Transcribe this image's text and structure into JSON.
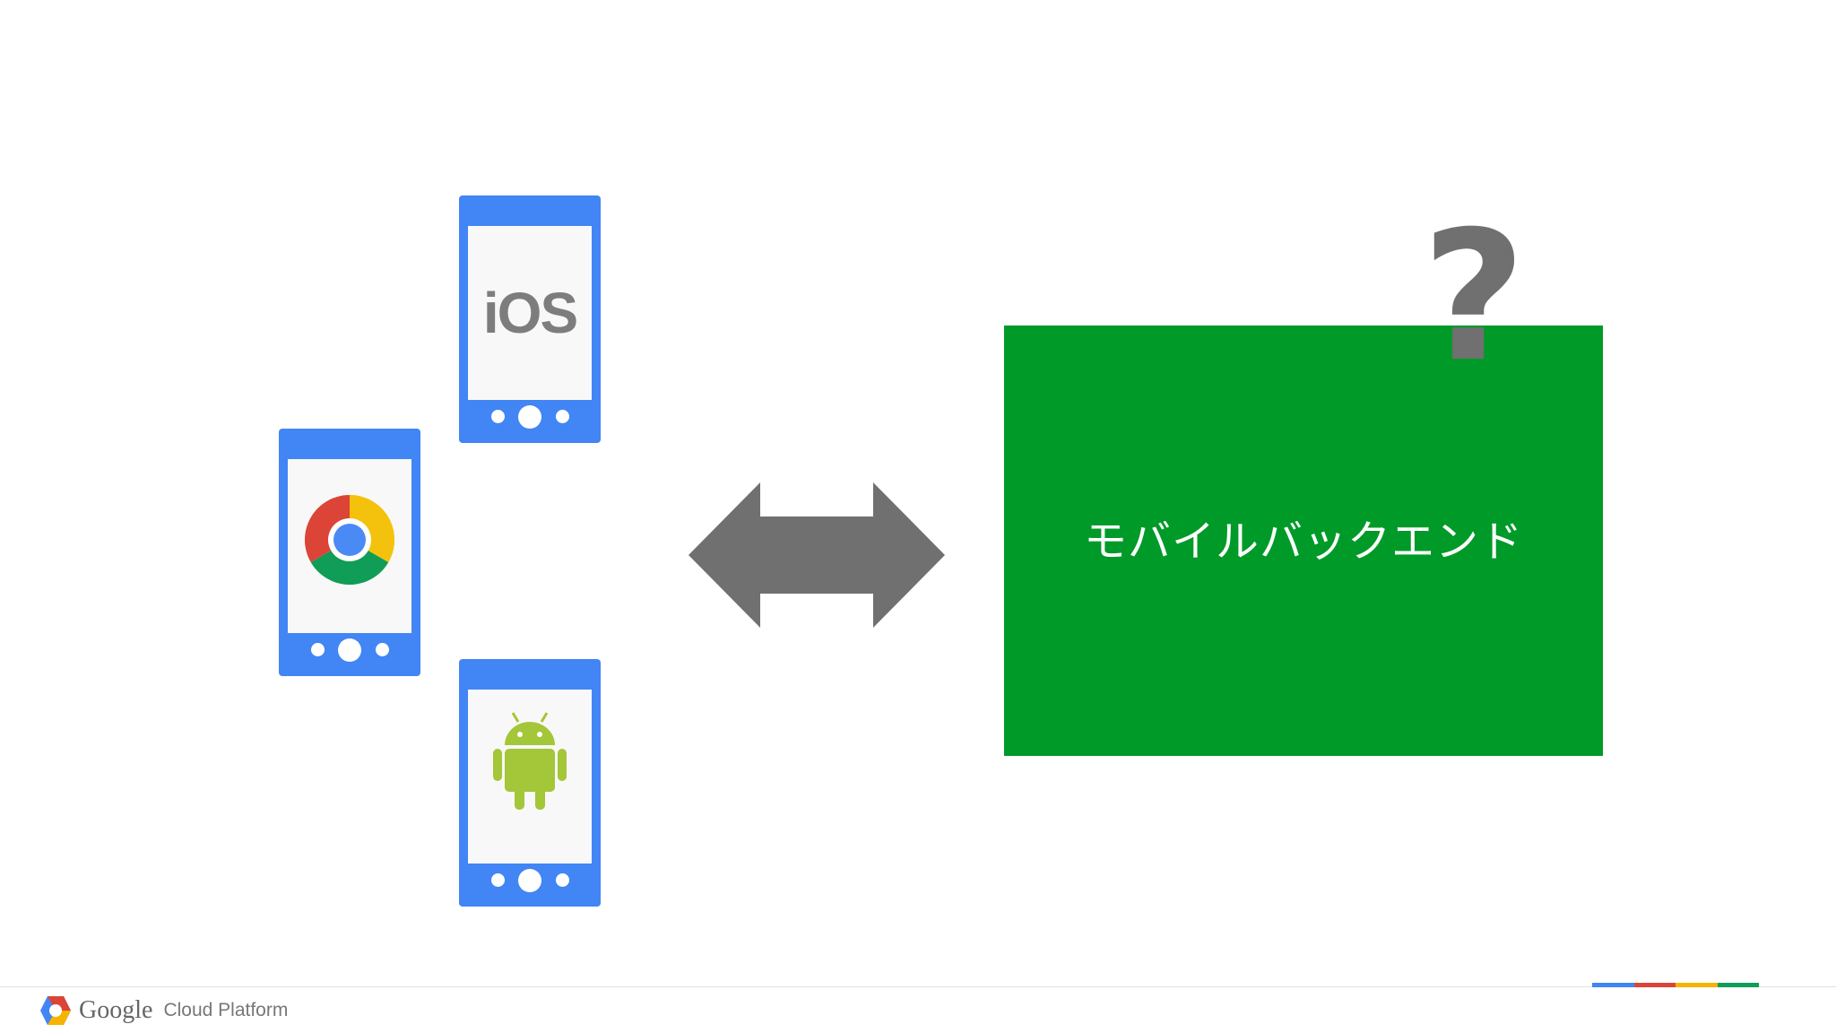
{
  "diagram": {
    "ios_label": "iOS",
    "backend_label": "モバイルバックエンド",
    "question_mark": "?"
  },
  "footer": {
    "brand_google": "Google",
    "brand_product": "Cloud Platform"
  },
  "colors": {
    "phone": "#4285f4",
    "backend": "#009a28",
    "arrow": "#707070",
    "bar": [
      "#4285f4",
      "#db4437",
      "#f4b400",
      "#0f9d58"
    ]
  },
  "icons": [
    "ios-logo",
    "chrome-icon",
    "android-icon",
    "double-arrow-icon",
    "cloud-platform-hexagon-icon"
  ]
}
